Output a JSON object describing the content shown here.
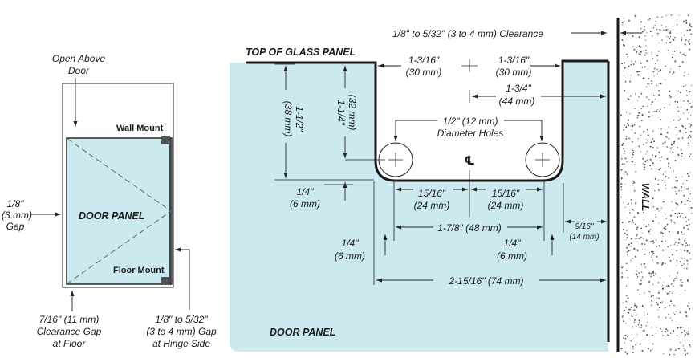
{
  "colors": {
    "glass": "#cde9f0",
    "outline": "#1a1a1a",
    "wall_dots": "#555555"
  },
  "left": {
    "open_above_1": "Open Above",
    "open_above_2": "Door",
    "wall_mount": "Wall Mount",
    "floor_mount": "Floor Mount",
    "door_panel": "DOOR PANEL",
    "gap_1": "1/8\"",
    "gap_2": "(3 mm)",
    "gap_3": "Gap",
    "floor_gap_1": "7/16\" (11 mm)",
    "floor_gap_2": "Clearance Gap",
    "floor_gap_3": "at Floor",
    "hinge_gap_1": "1/8\" to 5/32\"",
    "hinge_gap_2": "(3 to 4 mm) Gap",
    "hinge_gap_3": "at Hinge Side"
  },
  "right": {
    "top_of_glass": "TOP OF GLASS PANEL",
    "clearance": "1/8\" to 5/32\" (3 to 4 mm) Clearance",
    "d1_a": "1-3/16\"",
    "d1_b": "(30 mm)",
    "d2_a": "1-3/16\"",
    "d2_b": "(30 mm)",
    "d3_a": "1-3/4\"",
    "d3_b": "(44 mm)",
    "holes_a": "1/2\" (12 mm)",
    "holes_b": "Diameter Holes",
    "centerline": "℄",
    "v1_a": "1-1/2\"",
    "v1_b": "(38 mm)",
    "v2_a": "1-1/4\"",
    "v2_b": "(32 mm)",
    "q1_a": "1/4\"",
    "q1_b": "(6 mm)",
    "h1_a": "15/16\"",
    "h1_b": "(24 mm)",
    "h2_a": "15/16\"",
    "h2_b": "(24 mm)",
    "d48": "1-7/8\" (48 mm)",
    "d14_a": "9/16\"",
    "d14_b": "(14 mm)",
    "q2_a": "1/4\"",
    "q2_b": "(6 mm)",
    "q3_a": "1/4\"",
    "q3_b": "(6 mm)",
    "d74": "2-15/16\" (74 mm)",
    "door_panel": "DOOR PANEL",
    "wall": "WALL"
  }
}
